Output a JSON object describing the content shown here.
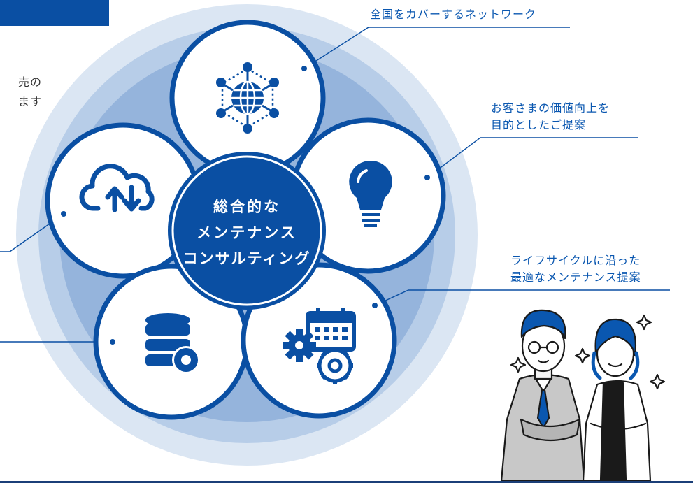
{
  "partial_text": {
    "line1": "売の",
    "line2": "ます"
  },
  "center": {
    "lines": [
      "総合的な",
      "メンテナンス",
      "コンサルティング"
    ]
  },
  "features": [
    {
      "icon": "network-globe-icon",
      "lines": [
        "全国をカバーするネットワーク"
      ]
    },
    {
      "icon": "lightbulb-icon",
      "lines": [
        "お客さまの価値向上を",
        "目的としたご提案"
      ]
    },
    {
      "icon": "calendar-gear-icon",
      "lines": [
        "ライフサイクルに沿った",
        "最適なメンテナンス提案"
      ]
    },
    {
      "icon": "database-icon",
      "lines": []
    },
    {
      "icon": "cloud-transfer-icon",
      "lines": []
    }
  ],
  "colors": {
    "primary": "#0a4fa3",
    "outer_ring": "#dbe6f3",
    "mid_ring": "#b7cde8",
    "inner_ring": "#95b4dc",
    "accent_text": "#0a57b0"
  }
}
